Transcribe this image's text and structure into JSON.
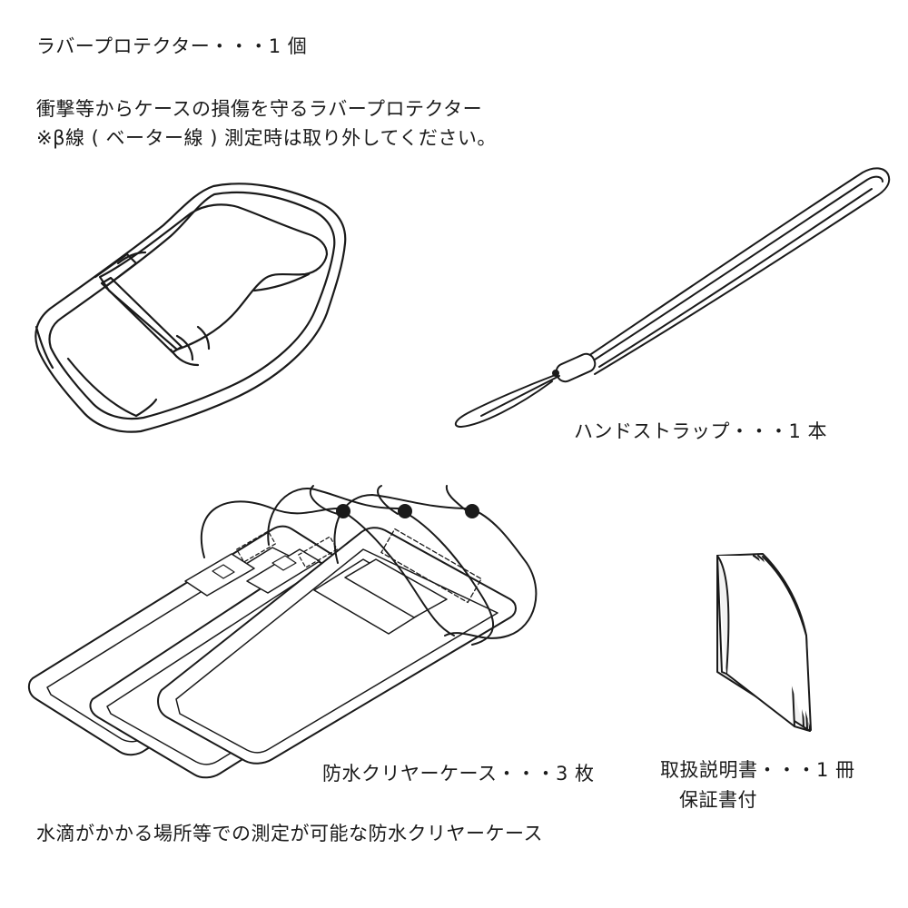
{
  "protector": {
    "title": "ラバープロテクター・・・1 個",
    "description": "衝撃等からケースの損傷を守るラバープロテクター",
    "note": "※β線 ( ベーター線 ) 測定時は取り外してください。"
  },
  "strap": {
    "label": "ハンドストラップ・・・1 本"
  },
  "clear_case": {
    "label": "防水クリヤーケース・・・3 枚",
    "description": "水滴がかかる場所等での測定が可能な防水クリヤーケース"
  },
  "manual": {
    "label": "取扱説明書・・・1 冊",
    "warranty": "保証書付"
  }
}
